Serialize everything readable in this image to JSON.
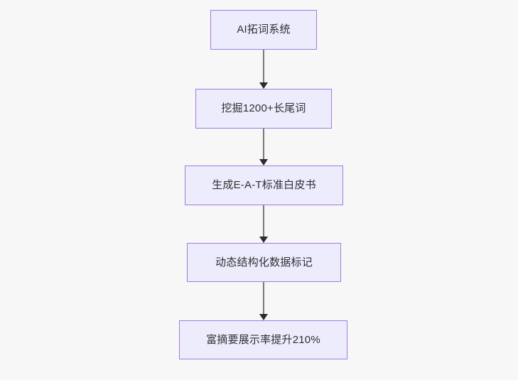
{
  "diagram": {
    "type": "flowchart",
    "orientation": "top-to-bottom",
    "background_color": "#f7f7f8",
    "node_fill_color": "#ececfd",
    "node_border_color": "#9f7ddb",
    "edge_color": "#79797d",
    "arrowhead_color": "#2b2b2f",
    "text_color": "#2f2f33",
    "nodes": [
      {
        "id": "n0",
        "label": "AI拓词系统"
      },
      {
        "id": "n1",
        "label": "挖掘1200+长尾词"
      },
      {
        "id": "n2",
        "label": "生成E-A-T标准白皮书"
      },
      {
        "id": "n3",
        "label": "动态结构化数据标记"
      },
      {
        "id": "n4",
        "label": "富摘要展示率提升210%"
      }
    ],
    "edges": [
      {
        "from": "n0",
        "to": "n1",
        "label": ""
      },
      {
        "from": "n1",
        "to": "n2",
        "label": ""
      },
      {
        "from": "n2",
        "to": "n3",
        "label": ""
      },
      {
        "from": "n3",
        "to": "n4",
        "label": ""
      }
    ]
  }
}
